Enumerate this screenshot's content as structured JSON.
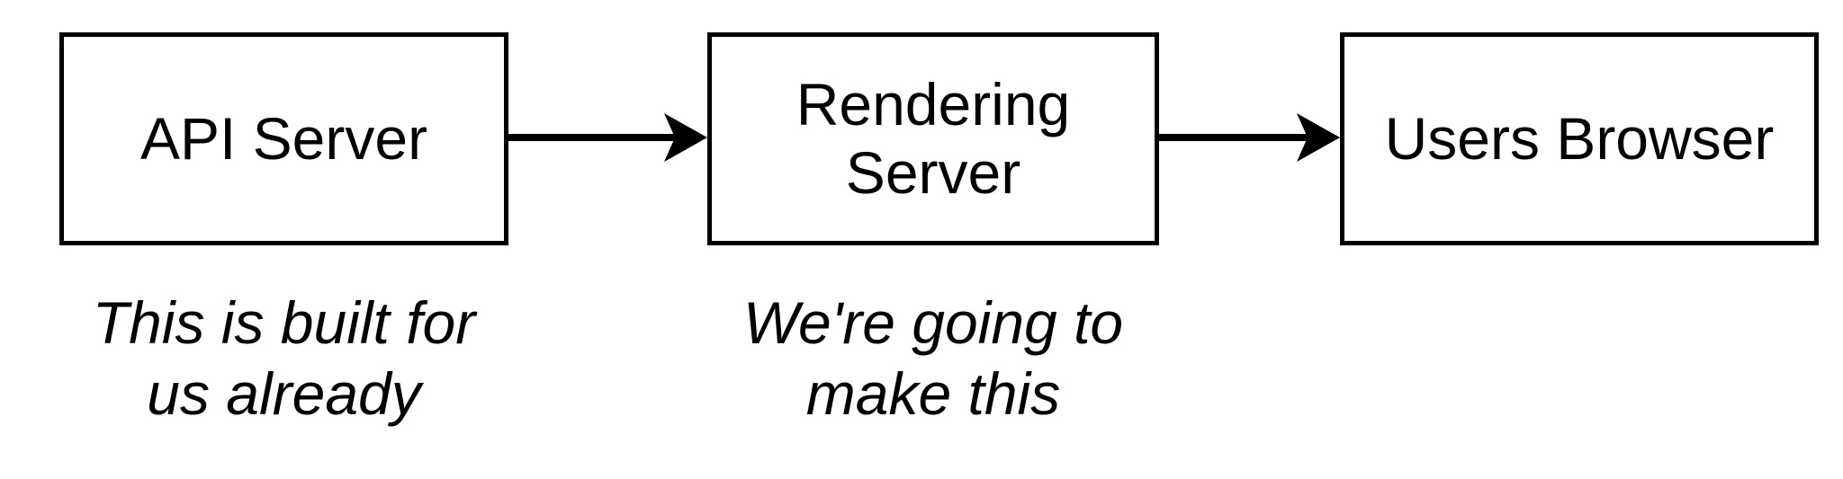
{
  "nodes": {
    "api": {
      "label": "API Server"
    },
    "render": {
      "label": "Rendering\nServer"
    },
    "browser": {
      "label": "Users Browser"
    }
  },
  "captions": {
    "api": "This is built for\nus already",
    "render": "We're going to\nmake this"
  },
  "edges": [
    {
      "from": "api",
      "to": "render"
    },
    {
      "from": "render",
      "to": "browser"
    }
  ],
  "colors": {
    "stroke": "#000000",
    "background": "#ffffff"
  }
}
